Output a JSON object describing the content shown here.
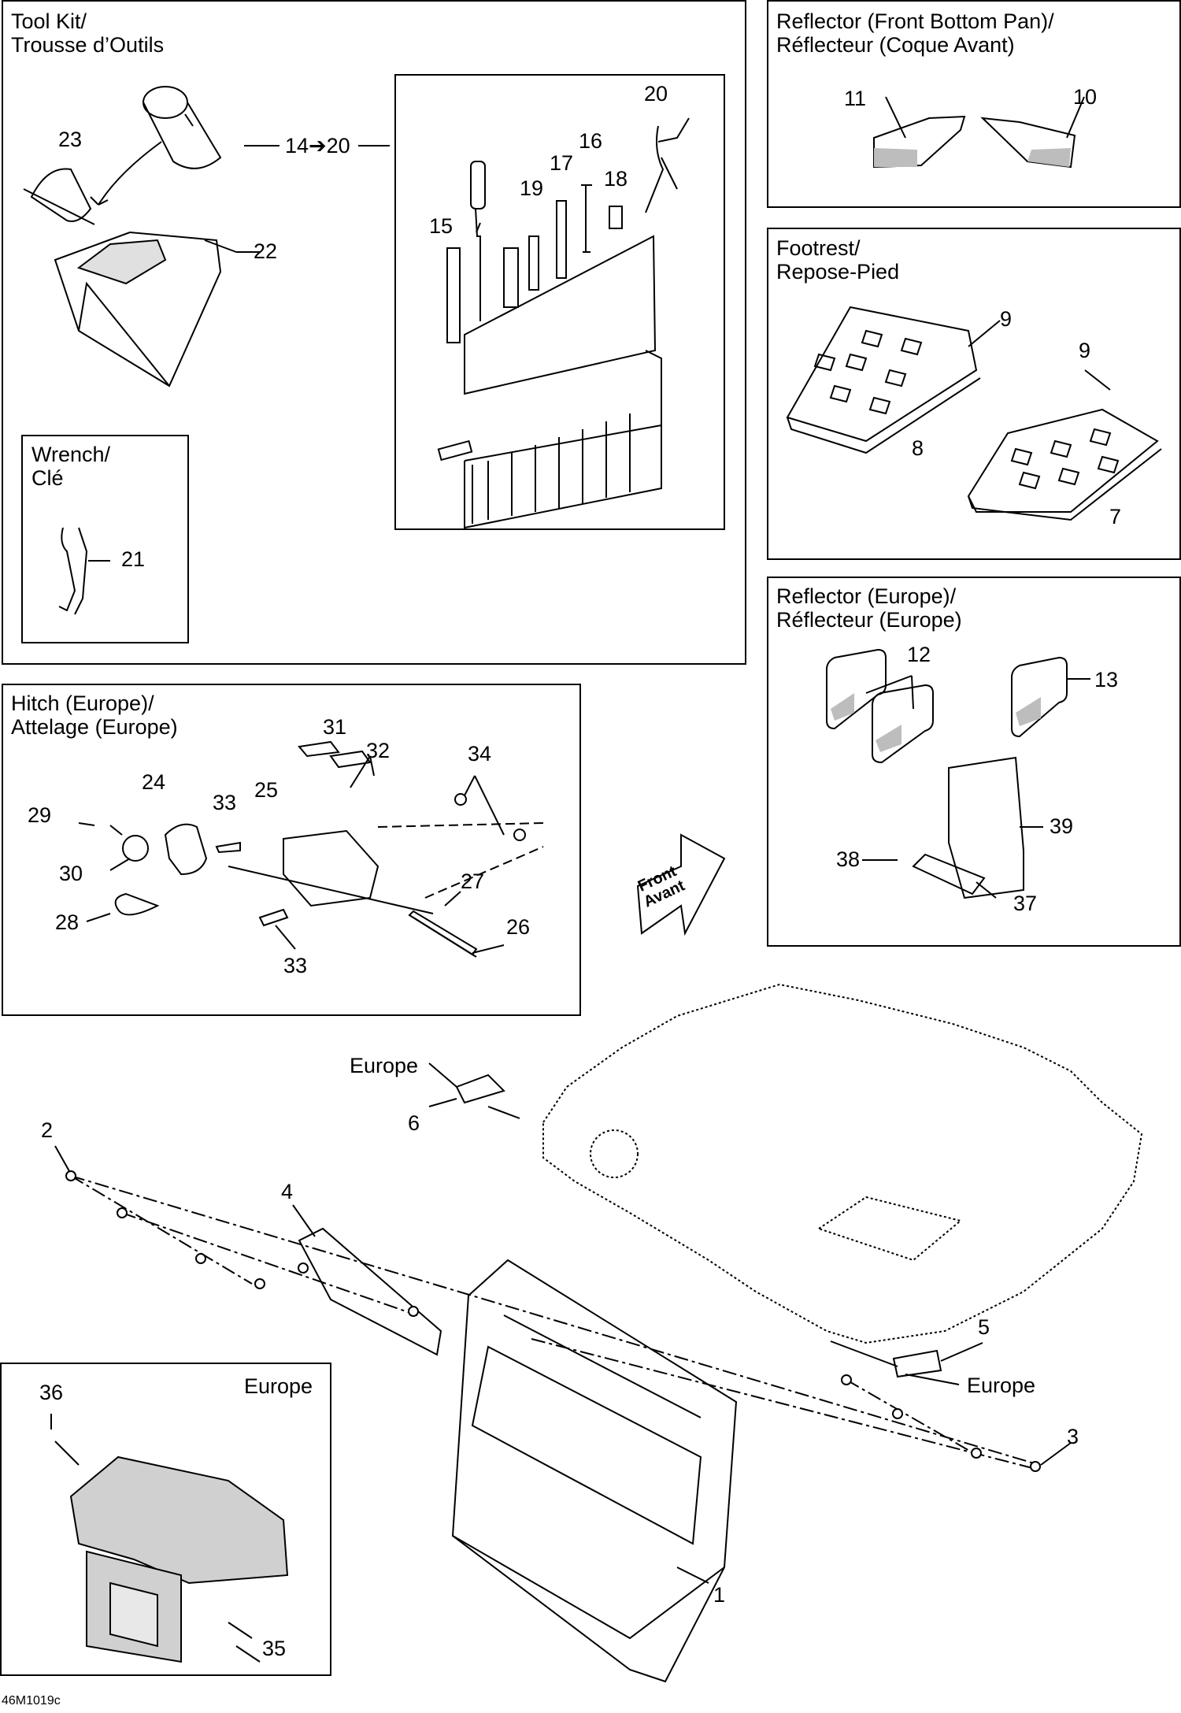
{
  "sections": {
    "tool_kit": {
      "title_line1": "Tool Kit/",
      "title_line2": "Trousse d’Outils"
    },
    "wrench": {
      "title_line1": "Wrench/",
      "title_line2": "Clé"
    },
    "hitch": {
      "title_line1": "Hitch (Europe)/",
      "title_line2": "Attelage (Europe)"
    },
    "reflector_front": {
      "title_line1": "Reflector (Front Bottom Pan)/",
      "title_line2": "Réflecteur (Coque Avant)"
    },
    "footrest": {
      "title_line1": "Footrest/",
      "title_line2": "Repose-Pied"
    },
    "reflector_europe": {
      "title_line1": "Reflector (Europe)/",
      "title_line2": "Réflecteur (Europe)"
    },
    "europe_inset": {
      "title": "Europe"
    }
  },
  "callouts": {
    "c1": "1",
    "c2": "2",
    "c3": "3",
    "c4": "4",
    "c5": "5",
    "c6": "6",
    "c7": "7",
    "c8": "8",
    "c9a": "9",
    "c9b": "9",
    "c10": "10",
    "c11": "11",
    "c12": "12",
    "c13": "13",
    "c14_20": "14➔20",
    "c15": "15",
    "c16": "16",
    "c17": "17",
    "c18": "18",
    "c19": "19",
    "c20": "20",
    "c21": "21",
    "c22": "22",
    "c23": "23",
    "c24": "24",
    "c25": "25",
    "c26": "26",
    "c27": "27",
    "c28": "28",
    "c29": "29",
    "c30": "30",
    "c31": "31",
    "c32": "32",
    "c33a": "33",
    "c33b": "33",
    "c34": "34",
    "c35": "35",
    "c36": "36",
    "c37": "37",
    "c38": "38",
    "c39": "39"
  },
  "labels": {
    "europe_6": "Europe",
    "europe_5": "Europe",
    "front_arrow_line1": "Front",
    "front_arrow_line2": "Avant"
  },
  "figure_ref": "46M1019c"
}
